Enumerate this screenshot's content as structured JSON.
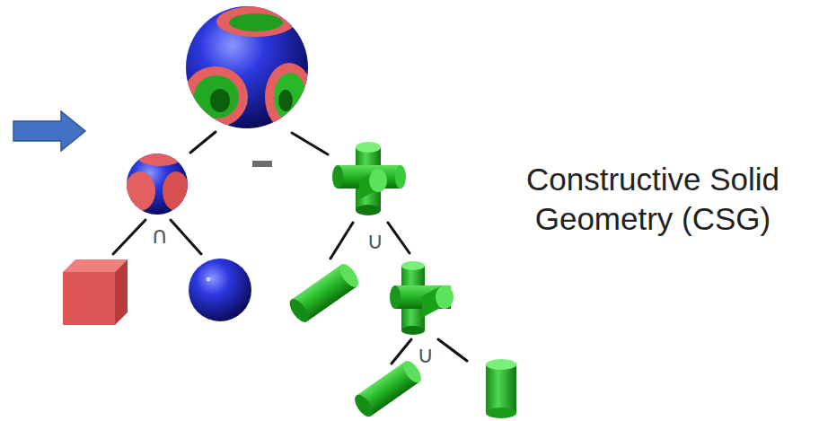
{
  "diagram": {
    "labels": [
      "Constructive Solid Geometry (CSG)",
      "∩",
      "∪",
      "∪"
    ]
  }
}
